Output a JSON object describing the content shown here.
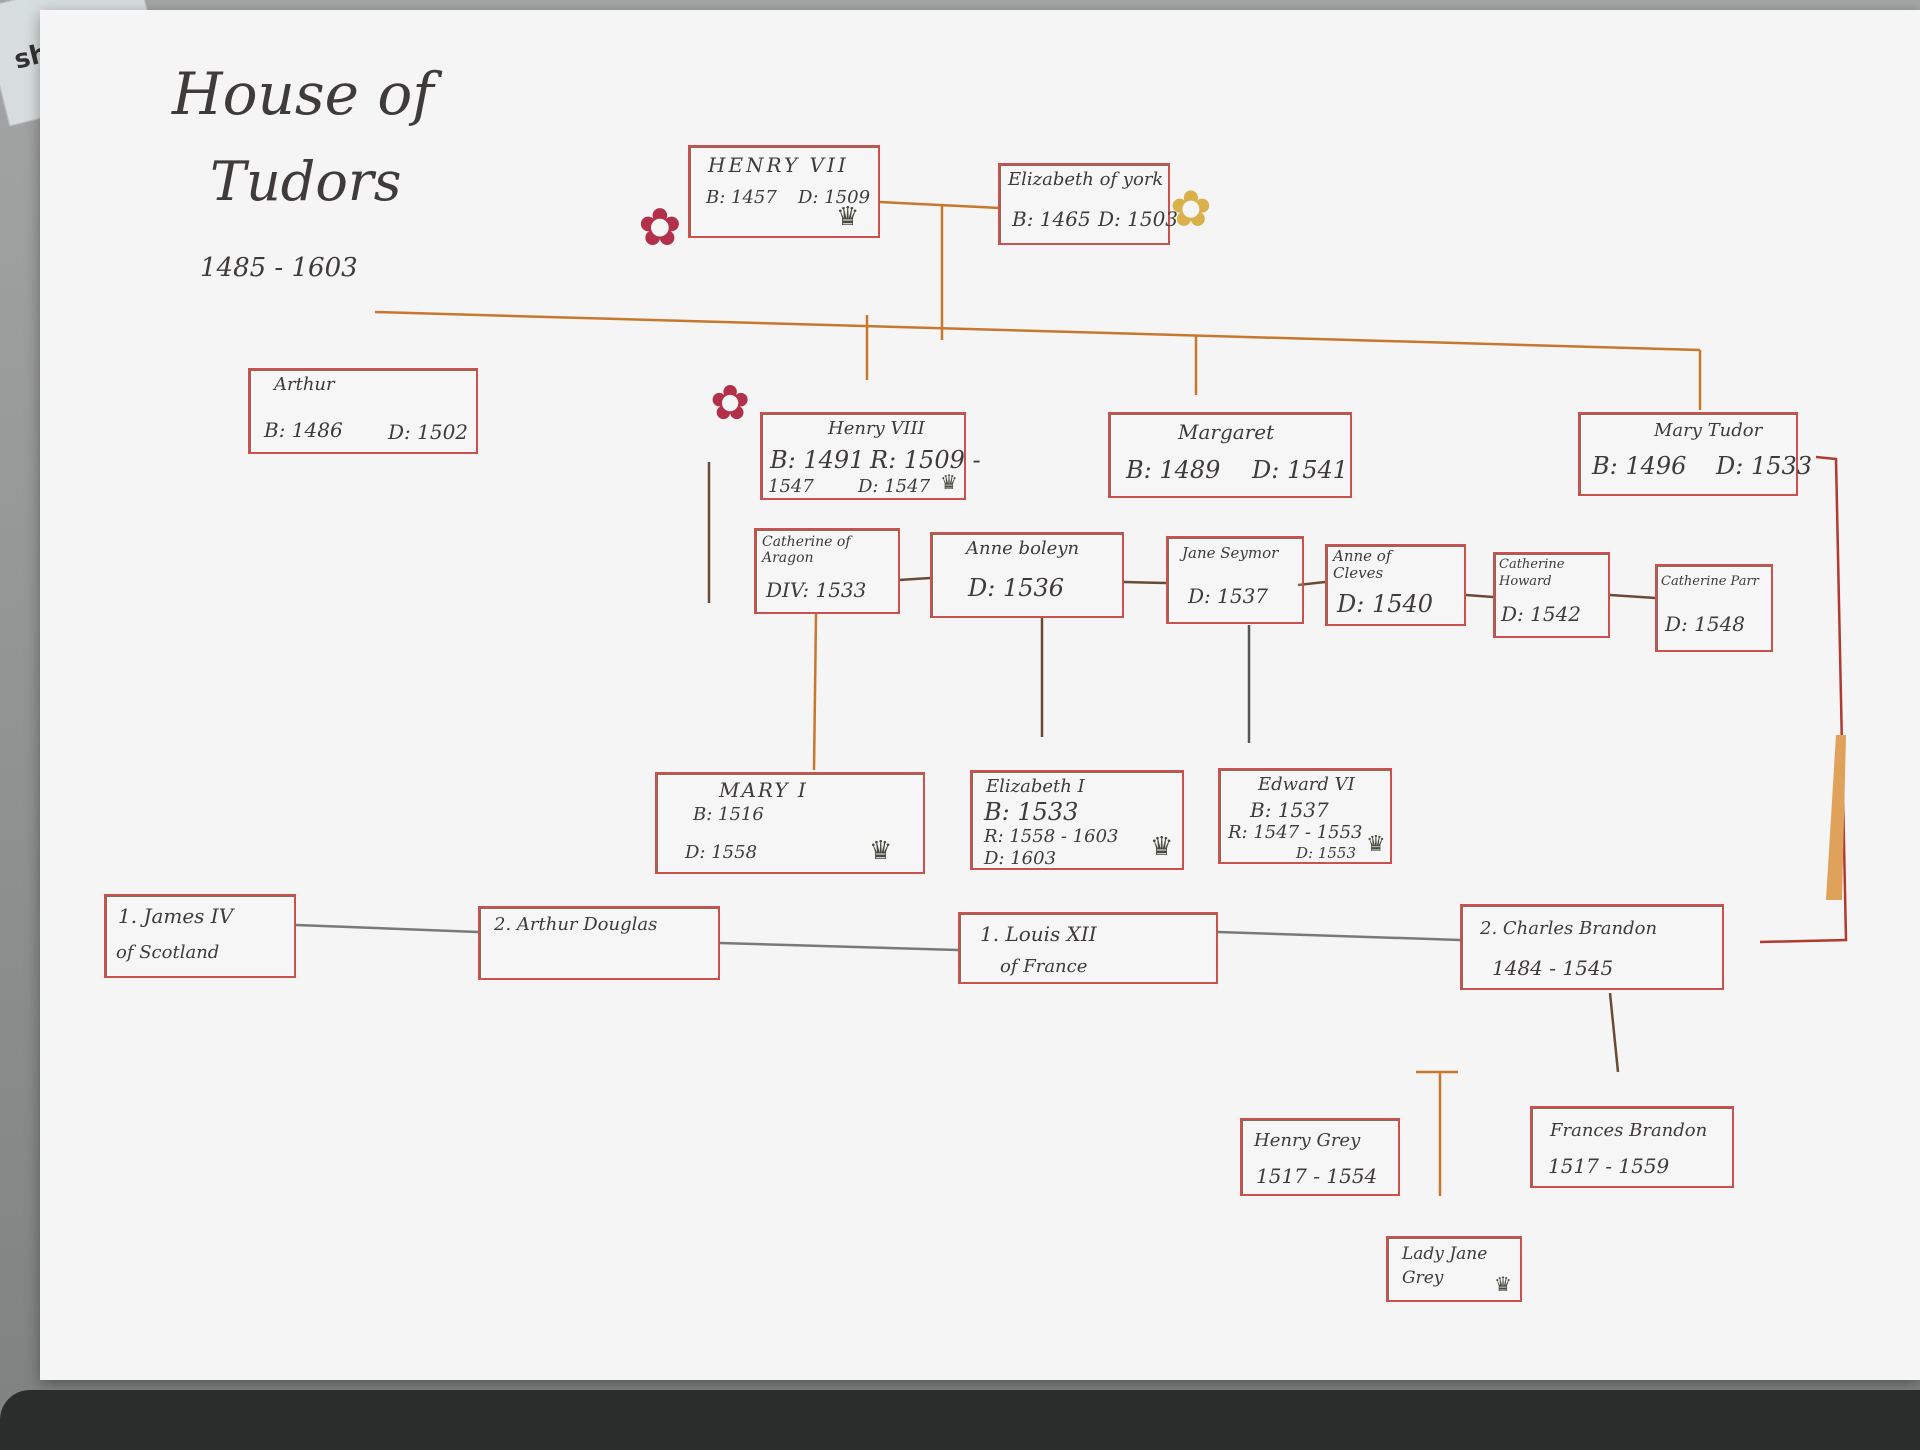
{
  "title": {
    "line1": "House of",
    "line2": "Tudors",
    "years": "1485 - 1603"
  },
  "ruler_text": "shatter",
  "icons": {
    "crown": "♛",
    "rose": "✿"
  },
  "colors": {
    "box_border": "#c9524e",
    "line_orange": "#c8782e",
    "line_brown": "#6b4a35",
    "line_grey": "#777a78"
  },
  "people": {
    "henry7": {
      "name": "HENRY VII",
      "birth": "B: 1457",
      "death": "D: 1509"
    },
    "elizabeth_york": {
      "name": "Elizabeth of york",
      "birth": "B: 1465",
      "death": "D: 1503"
    },
    "arthur": {
      "name": "Arthur",
      "birth": "B: 1486",
      "death": "D: 1502"
    },
    "henry8": {
      "name": "Henry VIII",
      "birth": "B: 1491",
      "reign": "R: 1509 -",
      "reign_end": "1547",
      "death": "D: 1547"
    },
    "margaret": {
      "name": "Margaret",
      "birth": "B: 1489",
      "death": "D: 1541"
    },
    "mary_tudor": {
      "name": "Mary Tudor",
      "birth": "B: 1496",
      "death": "D: 1533"
    },
    "catherine_aragon": {
      "name": "Catherine of Aragon",
      "divorce": "DIV: 1533"
    },
    "anne_boleyn": {
      "name": "Anne boleyn",
      "death": "D: 1536"
    },
    "jane_seymour": {
      "name": "Jane Seymor",
      "death": "D: 1537"
    },
    "anne_cleves": {
      "name": "Anne of Cleves",
      "death": "D: 1540"
    },
    "catherine_howard": {
      "name": "Catherine Howard",
      "death": "D: 1542"
    },
    "catherine_parr": {
      "name": "Catherine Parr",
      "death": "D: 1548"
    },
    "mary1": {
      "name": "MARY I",
      "birth": "B: 1516",
      "death": "D: 1558"
    },
    "elizabeth1": {
      "name": "Elizabeth I",
      "birth": "B: 1533",
      "reign": "R: 1558 - 1603",
      "death": "D: 1603"
    },
    "edward6": {
      "name": "Edward VI",
      "birth": "B: 1537",
      "reign": "R: 1547 - 1553",
      "death": "D: 1553"
    },
    "james4": {
      "name": "1. James IV",
      "title": "of Scotland"
    },
    "arthur_douglas": {
      "name": "2. Arthur Douglas"
    },
    "louis12": {
      "name": "1. Louis XII",
      "title": "of France"
    },
    "charles_brandon": {
      "name": "2. Charles Brandon",
      "years": "1484 - 1545"
    },
    "henry_grey": {
      "name": "Henry Grey",
      "years": "1517 - 1554"
    },
    "frances_brandon": {
      "name": "Frances Brandon",
      "years": "1517 - 1559"
    },
    "lady_jane_grey": {
      "name": "Lady Jane Grey"
    }
  }
}
